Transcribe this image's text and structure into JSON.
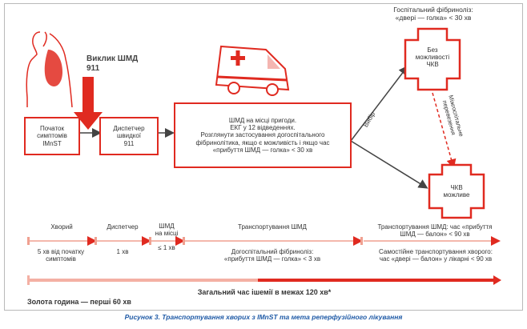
{
  "diagram": {
    "call_label": "Виклик ШМД\n911",
    "symptom_onset": "Початок\nсимптомів\nIMnST",
    "dispatcher_box": "Диспетчер\nшвидкої\n911",
    "ems_box": "ШМД на місці пригоди.\nЕКГ у 12 відведеннях.\nРозглянути застосування догоспітального\nфібринолітика, якщо є можливість і якщо час\n«прибуття ШМД — голка» < 30 хв",
    "hospital_fibrinolysis": "Госпітальний фібриноліз:\n«двері — голка» < 30 хв",
    "no_pci_hospital": "Без\nможливості\nЧКВ",
    "pci_hospital": "ЧКВ\nможливе",
    "choice_label": "Вибір",
    "interhospital_transfer": "Міжгоспітальне\nперевезення",
    "colors": {
      "accent": "#e02a20",
      "text": "#333333",
      "timeline": "#f0a090",
      "caption": "#1f5aa6"
    }
  },
  "timeline": {
    "phases": [
      {
        "title": "Хворий",
        "detail": "5 хв від початку\nсимптомів"
      },
      {
        "title": "Диспетчер",
        "detail": "1 хв"
      },
      {
        "title": "ШМД\nна місці",
        "detail": "≤ 1 хв"
      },
      {
        "title": "Транспортування ШМД",
        "detail": "Догоспітальний фібриноліз:\n«прибуття ШМД — голка» < 3 хв"
      },
      {
        "title": "Транспортування ШМД: час «прибуття\nШМД — балон» < 90 хв",
        "detail": "Самостійне транспортування хворого:\nчас «двері — балон» у лікарні < 90 хв"
      }
    ],
    "total_ischemia": "Загальний час ішемії в межах 120 хв*",
    "golden_hour": "Золота година — перші 60 хв"
  },
  "caption": "Рисунок 3.  Транспортування хворих з IMnST та мета реперфузійного лікування"
}
